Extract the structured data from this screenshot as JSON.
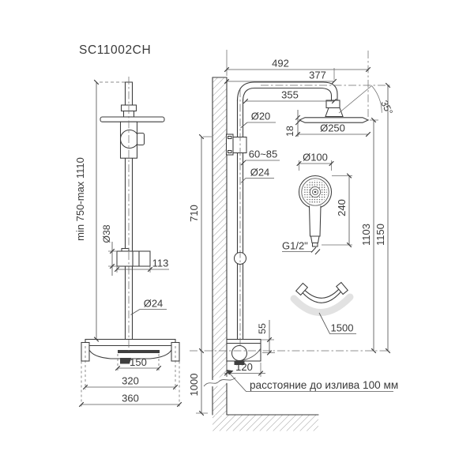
{
  "title": "SC11002CH",
  "front_view": {
    "height_range": "min 750-max 1110",
    "holder_diameter": "Ø38",
    "holder_width": "113",
    "pipe_diameter": "Ø24",
    "spout_width": "150",
    "deck_width": "320",
    "total_width": "360"
  },
  "middle": {
    "pipe_height": "710",
    "deck_to_floor": "1000"
  },
  "side_view": {
    "reach_total": "492",
    "reach_head_center": "377",
    "arm_length": "355",
    "arm_diameter": "Ø20",
    "head_thickness": "18",
    "head_diameter": "Ø250",
    "tilt_angle": "35°",
    "bracket_depth": "60~85",
    "pipe_diameter": "Ø24",
    "handshower_diameter": "Ø100",
    "handshower_length": "240",
    "thread": "G1/2\"",
    "height_to_head": "1103",
    "total_height": "1150",
    "deck_top_offset": "55",
    "deck_depth": "120",
    "hose_length": "1500",
    "spout_note": "расстояние до излива 100 мм"
  }
}
